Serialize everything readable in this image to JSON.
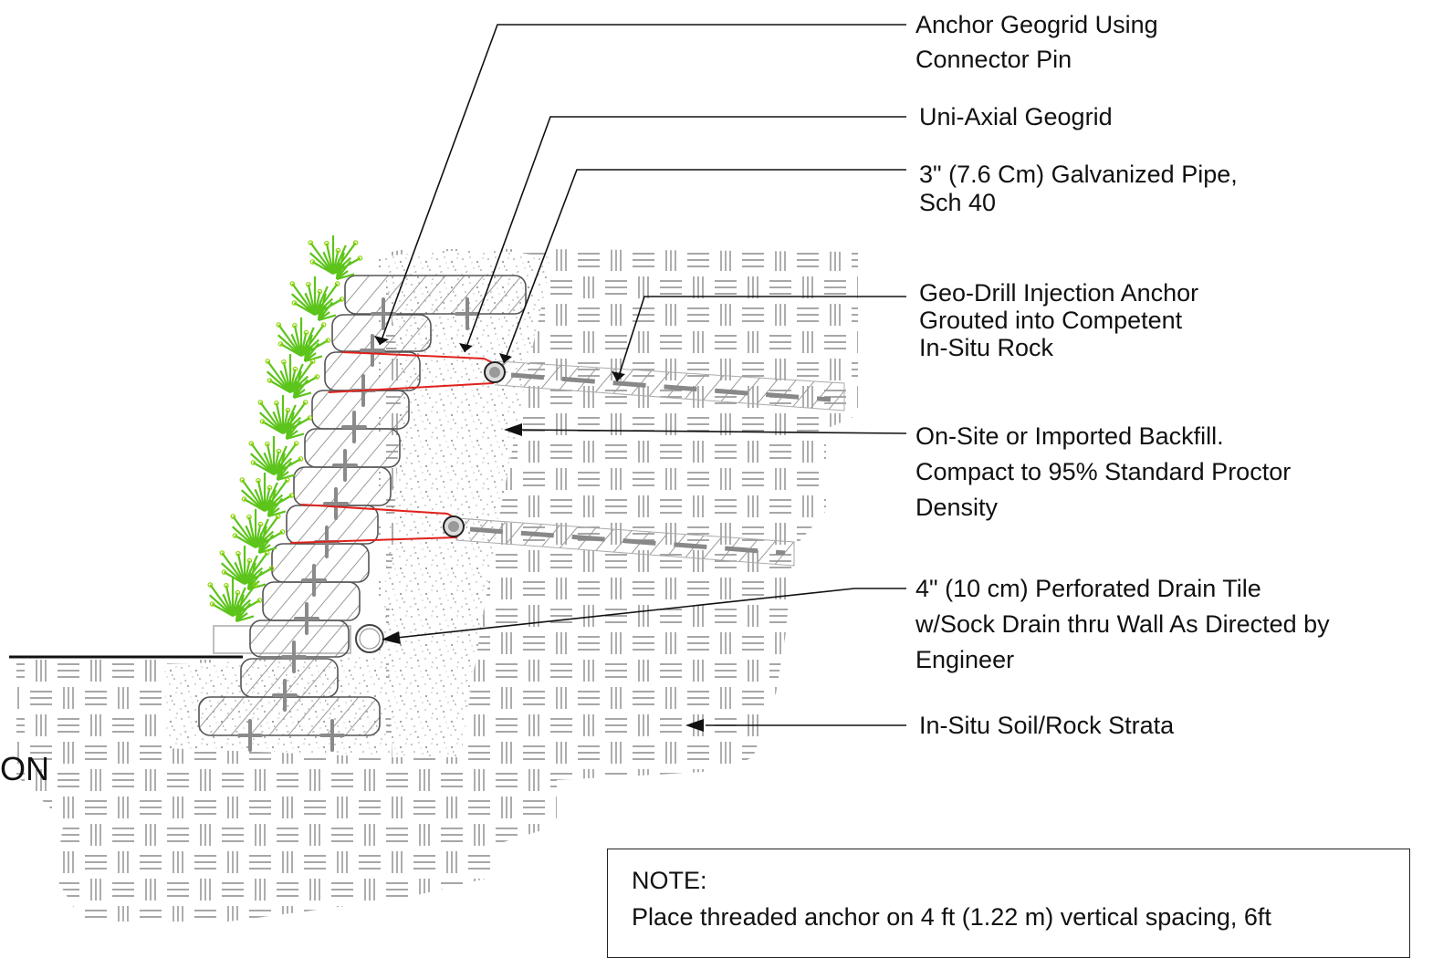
{
  "labels": {
    "anchor_geogrid": [
      "Anchor Geogrid Using",
      "Connector Pin"
    ],
    "uniaxial": [
      "Uni-Axial Geogrid"
    ],
    "pipe": [
      "3\" (7.6 Cm) Galvanized Pipe,",
      "Sch 40"
    ],
    "geodrill": [
      "Geo-Drill Injection Anchor",
      "Grouted into Competent",
      "In-Situ Rock"
    ],
    "backfill": [
      "On-Site or Imported Backfill.",
      "Compact to 95% Standard Proctor",
      "Density"
    ],
    "drain": [
      "4\" (10 cm) Perforated Drain Tile",
      "w/Sock Drain thru Wall As Directed by",
      "Engineer"
    ],
    "strata": [
      "In-Situ Soil/Rock Strata"
    ]
  },
  "cut_text": "ON",
  "note": {
    "title": "NOTE:",
    "body": "Place threaded anchor on 4 ft (1.22 m) vertical spacing, 6ft"
  },
  "colors": {
    "geogrid": "#e0221c",
    "plants": "#5cc41a",
    "plant_dots": "#8fd400",
    "hatch": "#8a8a8a",
    "block": "#555555",
    "anchor": "#888888"
  }
}
